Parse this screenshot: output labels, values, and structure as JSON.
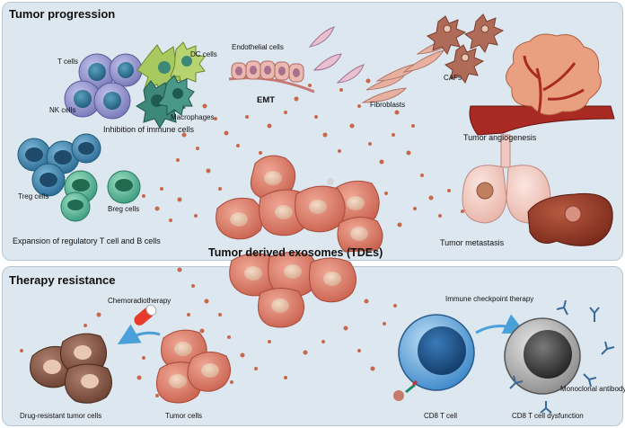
{
  "sections": {
    "top_title": "Tumor progression",
    "bottom_title": "Therapy resistance"
  },
  "center": {
    "label": "Tumor derived exosomes (TDEs)"
  },
  "labels": {
    "t_cells": "T cells",
    "dc_cells": "DC cells",
    "nk_cells": "NK cells",
    "macrophages": "Macrophages",
    "inhibition": "Inhibition of immune cells",
    "endothelial": "Endothelial cells",
    "emt": "EMT",
    "fibroblasts": "Fibroblasts",
    "cafs": "CAFs",
    "angiogenesis": "Tumor angiogenesis",
    "treg": "Treg cells",
    "breg": "Breg cells",
    "expansion": "Expansion of regulatory T cell and B cells",
    "metastasis": "Tumor metastasis",
    "chemoradiotherapy": "Chemoradiotherapy",
    "drug_resistant": "Drug-resistant tumor cells",
    "tumor_cells": "Tumor cells",
    "icb": "Immune checkpoint therapy",
    "cd8": "CD8 T cell",
    "cd8_dys": "CD8 T cell dysfunction",
    "antibody": "Monoclonal antibody"
  },
  "colors": {
    "panel": "#dde7f0",
    "exosome": "#c8684a",
    "tumor_cell": "#e08a78",
    "tumor_nucleus": "#e8c8b2",
    "t_cell": "#9a9ad0",
    "treg": "#4a90b0",
    "breg": "#5ab49a",
    "dc": "#a8c860",
    "macrophage": "#3d8878",
    "fibroblast": "#d89a88",
    "caf": "#b06a58",
    "vessel": "#a82a22",
    "cd8": "#2a6fb8",
    "cd8_dysfunction": "#555555",
    "antibody": "#3a6a9a"
  }
}
